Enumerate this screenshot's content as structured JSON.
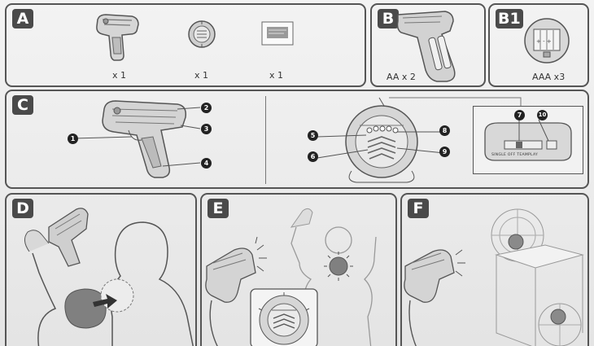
{
  "panels": {
    "a": {
      "label": "A",
      "qty_gun": "x 1",
      "qty_vest": "x 1",
      "qty_card": "x 1"
    },
    "b": {
      "label": "B",
      "battery": "AA x 2"
    },
    "b1": {
      "label": "B1",
      "battery": "AAA x3"
    },
    "c": {
      "label": "C",
      "callouts": [
        "1",
        "2",
        "3",
        "4",
        "5",
        "6",
        "7",
        "8",
        "9",
        "10"
      ],
      "switch_text": "SINGLE OFF TEAMPLAY"
    },
    "d": {
      "label": "D"
    },
    "e": {
      "label": "E"
    },
    "f": {
      "label": "F"
    }
  },
  "colors": {
    "ink": "#333333",
    "tag_bg": "#4a4a4a",
    "hit": "#808080",
    "line": "#555555"
  }
}
